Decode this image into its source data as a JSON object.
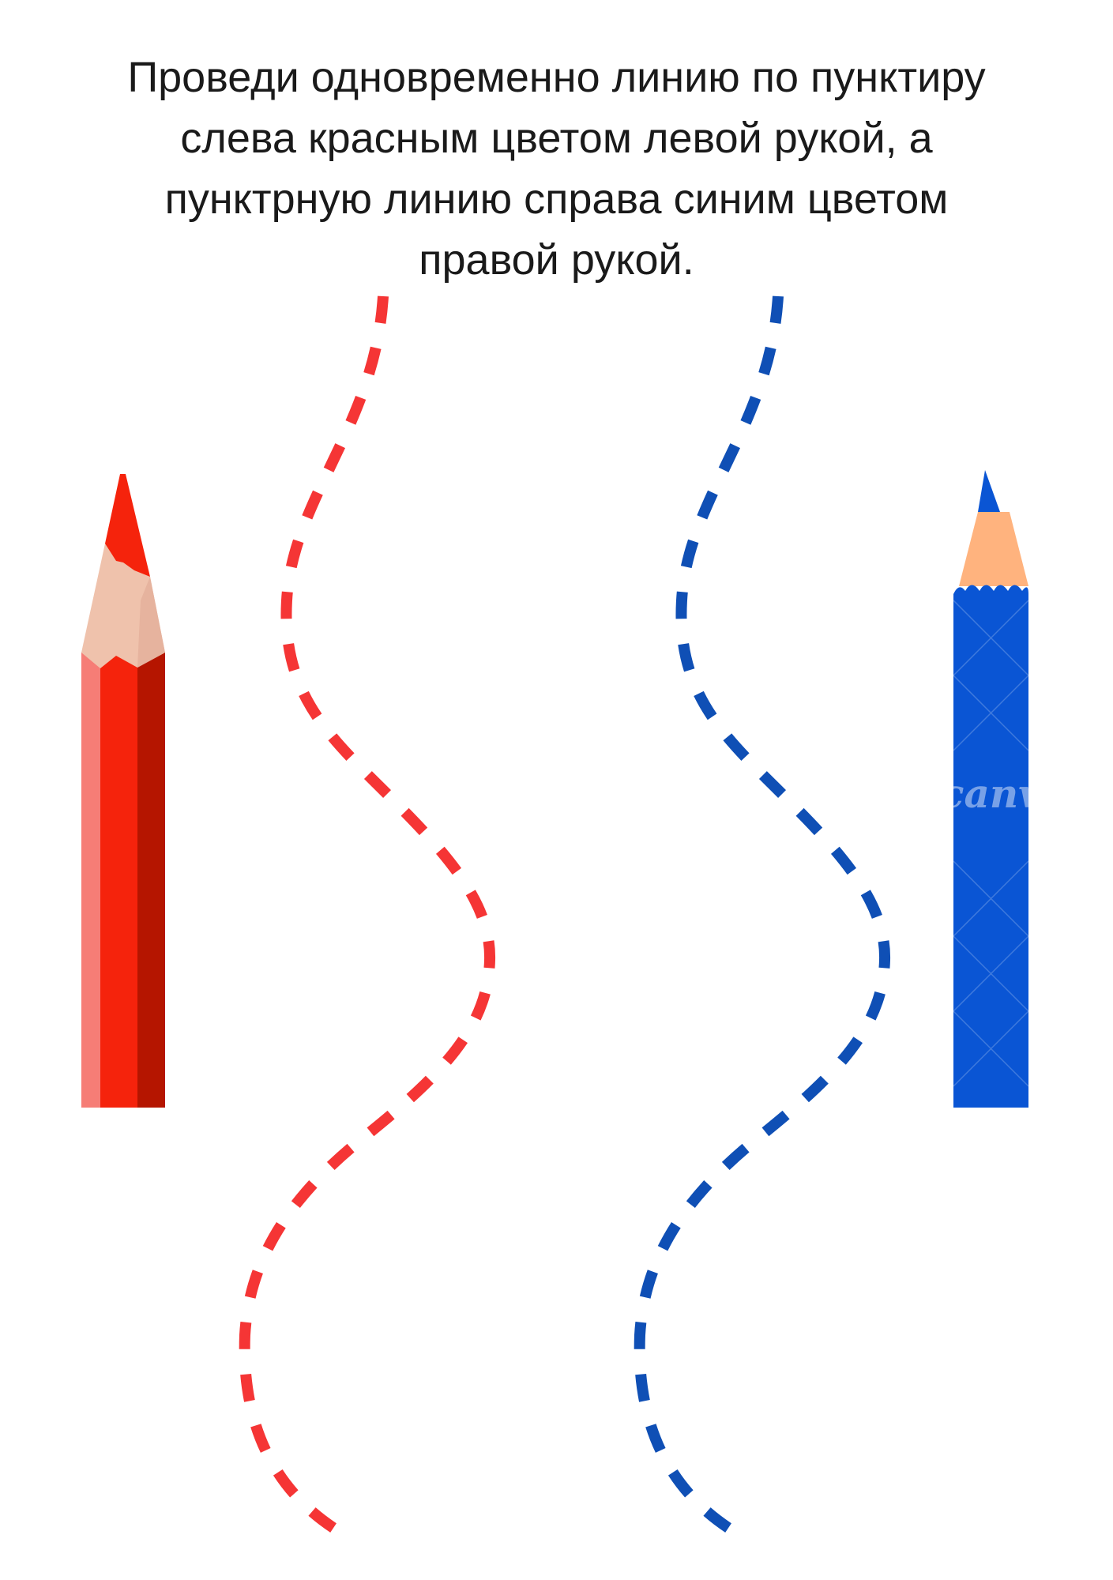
{
  "instruction": {
    "lines": [
      "Проведи одновременно линию по пунктиру",
      "слева красным цветом левой рукой, а",
      "пунктрную линию справа синим цветом",
      "правой рукой."
    ]
  },
  "colors": {
    "background": "#ffffff",
    "text": "#1a1a1a",
    "left_trace": "#f53535",
    "right_trace": "#0f4fb5",
    "red_pencil_body": "#f5230c",
    "red_pencil_light": "#f67d76",
    "red_pencil_dark": "#b51500",
    "red_pencil_wood": "#efc2ac",
    "blue_pencil_body": "#0a55d4",
    "blue_pencil_wood": "#ffb37e",
    "blue_pencil_tip": "#0a55d4"
  },
  "icons": {
    "left": "red-pencil-icon",
    "right": "blue-pencil-icon"
  },
  "watermark": "canva"
}
